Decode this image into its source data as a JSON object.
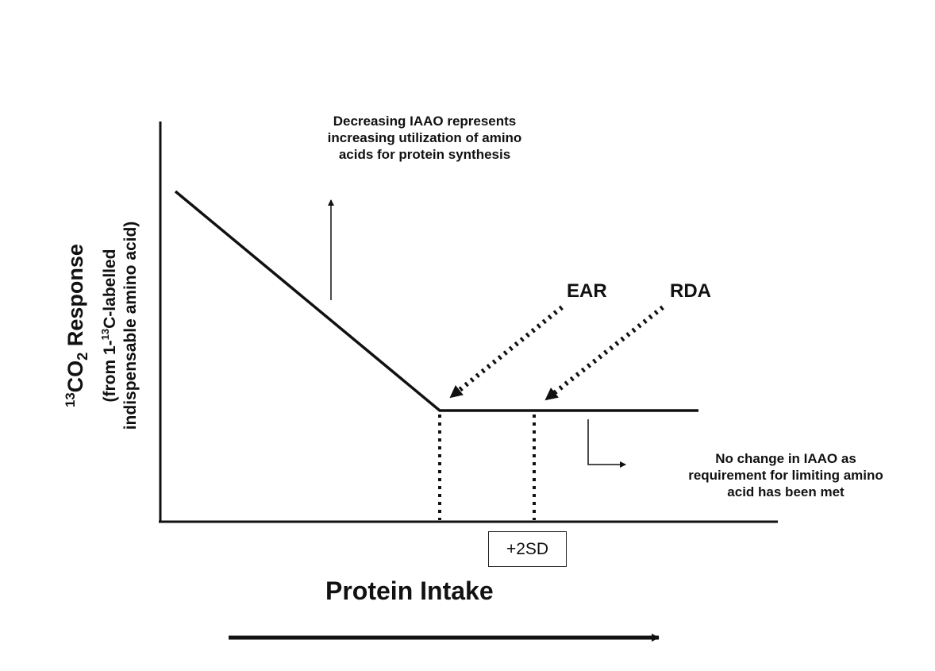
{
  "diagram": {
    "y_axis": {
      "line1": {
        "pre": "13",
        "mid": "CO",
        "sub": "2",
        "post": " Response"
      },
      "line2": {
        "pre": "(from 1-",
        "sup": "13",
        "post": "C-labelled"
      },
      "line3": "indispensable amino acid)"
    },
    "x_axis_label": "Protein Intake",
    "annotation_top": [
      "Decreasing IAAO represents",
      "increasing utilization of amino",
      "acids for protein synthesis"
    ],
    "annotation_bottom": [
      "No change in IAAO as",
      "requirement for limiting amino",
      "acid has been met"
    ],
    "ear_label": "EAR",
    "rda_label": "RDA",
    "sd_box": "+2SD"
  }
}
